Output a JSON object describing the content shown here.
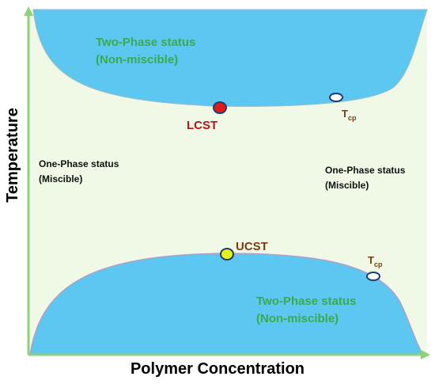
{
  "axes": {
    "x_label": "Polymer Concentration",
    "y_label": "Temperature"
  },
  "regions": {
    "upper_two_phase": {
      "line1": "Two-Phase status",
      "line2": "(Non-miscible)"
    },
    "lower_two_phase": {
      "line1": "Two-Phase status",
      "line2": "(Non-miscible)"
    },
    "left_one_phase": {
      "line1": "One-Phase status",
      "line2": "(Miscible)"
    },
    "right_one_phase": {
      "line1": "One-Phase status",
      "line2": "(Miscible)"
    }
  },
  "points": {
    "lcst": {
      "label": "LCST"
    },
    "ucst": {
      "label": "UCST"
    },
    "tcp_upper": {
      "label_main": "T",
      "label_sub": "cp"
    },
    "tcp_lower": {
      "label_main": "T",
      "label_sub": "cp"
    }
  },
  "colors": {
    "background": "#f0f9e6",
    "phase_fill": "#5cc8f2",
    "axis": "#8fd17a",
    "region_text": "#3aaa4a",
    "lcst_marker": "#e0191b",
    "ucst_marker": "#e4f21a",
    "tcp_marker": "#ffffff",
    "marker_stroke": "#1f3c6e",
    "lcst_label": "#b3151b",
    "ucst_label": "#7a3b12",
    "tcp_label": "#7a3b12"
  }
}
